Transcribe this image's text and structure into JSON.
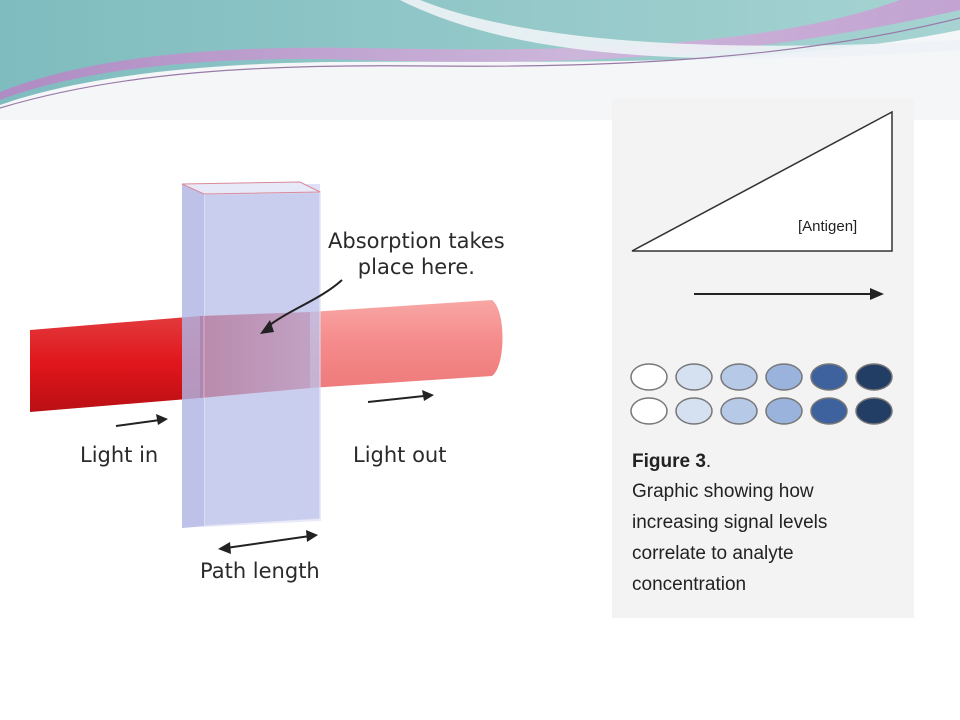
{
  "cuvette_diagram": {
    "absorption_label_line1": "Absorption takes",
    "absorption_label_line2": "place here.",
    "light_in_label": "Light in",
    "light_out_label": "Light out",
    "path_length_label": "Path length",
    "colors": {
      "beam_in": "#e0161c",
      "beam_out": "#f58a8a",
      "cuvette": "#b8bde8",
      "text": "#2a2a2a"
    }
  },
  "elisa_figure": {
    "antigen_label": "[Antigen]",
    "caption_title_bold": "Figure 3",
    "caption_title_rest": ".",
    "caption_body": "Graphic showing how increasing signal levels correlate to analyte concentration",
    "well_colors": [
      "#ffffff",
      "#d5e0f0",
      "#b6c9e6",
      "#9ab3dc",
      "#3e629e",
      "#233e64"
    ],
    "well_rows": 2
  },
  "header_colors": {
    "teal": "#8fc7c8",
    "purple": "#c79ad1",
    "light": "#eef3f6"
  }
}
